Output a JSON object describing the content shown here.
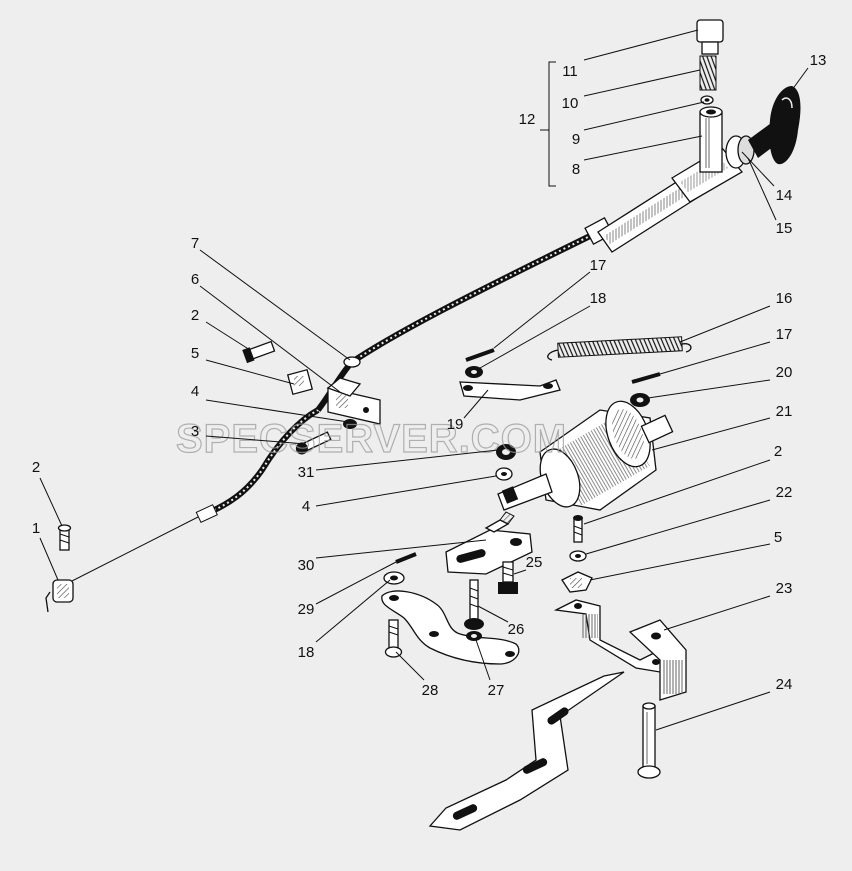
{
  "watermark": "SPECSERVER.COM",
  "labels": {
    "l1": "1",
    "l2a": "2",
    "l2b": "2",
    "l2c": "2",
    "l3": "3",
    "l4a": "4",
    "l4b": "4",
    "l5a": "5",
    "l5b": "5",
    "l6": "6",
    "l7": "7",
    "l8": "8",
    "l9": "9",
    "l10": "10",
    "l11": "11",
    "l12": "12",
    "l13": "13",
    "l14": "14",
    "l15": "15",
    "l16": "16",
    "l17a": "17",
    "l17b": "17",
    "l18a": "18",
    "l18b": "18",
    "l19": "19",
    "l20": "20",
    "l21": "21",
    "l22": "22",
    "l23": "23",
    "l24": "24",
    "l25": "25",
    "l26": "26",
    "l27": "27",
    "l28": "28",
    "l29": "29",
    "l30": "30",
    "l31": "31"
  }
}
